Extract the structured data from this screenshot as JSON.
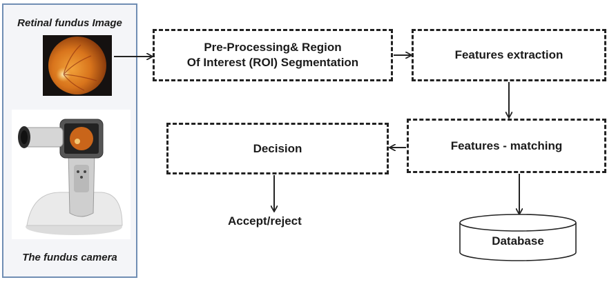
{
  "panel": {
    "top_label": "Retinal fundus Image",
    "bottom_label": "The fundus camera"
  },
  "nodes": {
    "preprocessing": {
      "line1": "Pre-Processing& Region",
      "line2": "Of Interest (ROI) Segmentation"
    },
    "features_extraction": "Features extraction",
    "features_matching": "Features - matching",
    "decision": "Decision",
    "outcome": "Accept/reject",
    "database": "Database"
  },
  "colors": {
    "panel_border": "#6f8db3",
    "panel_background": "#f4f5f8",
    "box_border": "#222222",
    "retina_orange": "#d8741c"
  }
}
